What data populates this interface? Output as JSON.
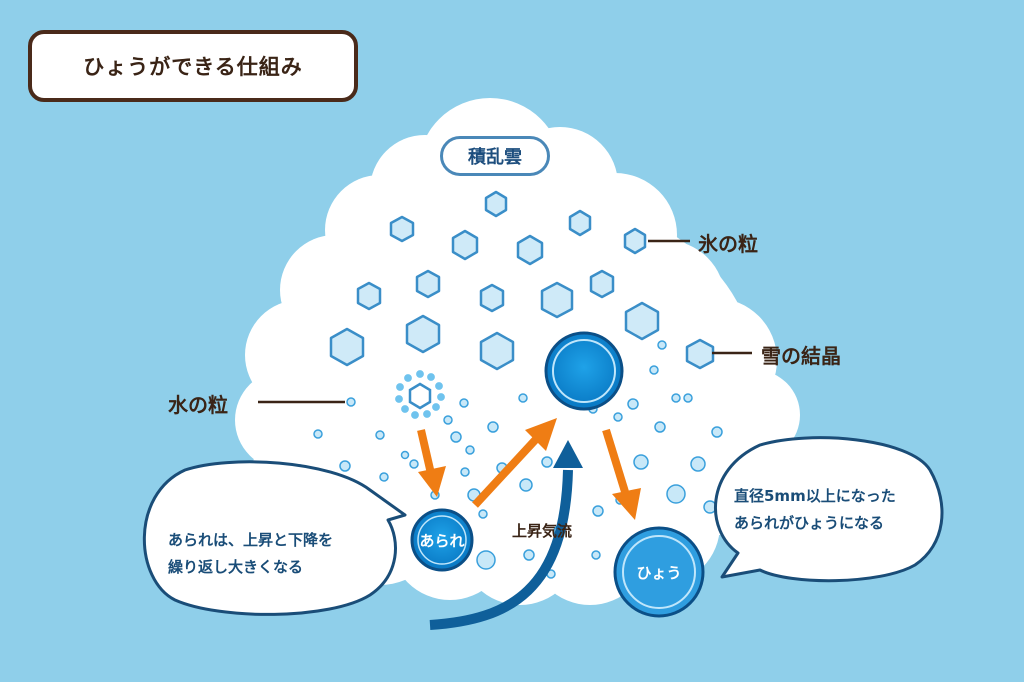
{
  "title": "ひょうができる仕組み",
  "cloud": {
    "name": "積乱雲"
  },
  "labels": {
    "water_left": "水の粒",
    "ice_right": "氷の粒",
    "snow_crystal": "雪の結晶",
    "updraft": "上昇気流"
  },
  "balls": {
    "arare": "あられ",
    "hyou": "ひょう"
  },
  "bubbles": {
    "left_line1": "あられは、上昇と下降を",
    "left_line2": "繰り返し大きくなる",
    "right_line1": "直径5mm以上になった",
    "right_line2": "あられがひょうになる"
  },
  "colors": {
    "background": "#8fcfea",
    "cloud": "#ffffff",
    "ice": "#3a8ec8",
    "arrow_orange": "#ef7d14",
    "arrow_blue": "#0f5f9a",
    "text_brown": "#3a2416"
  }
}
